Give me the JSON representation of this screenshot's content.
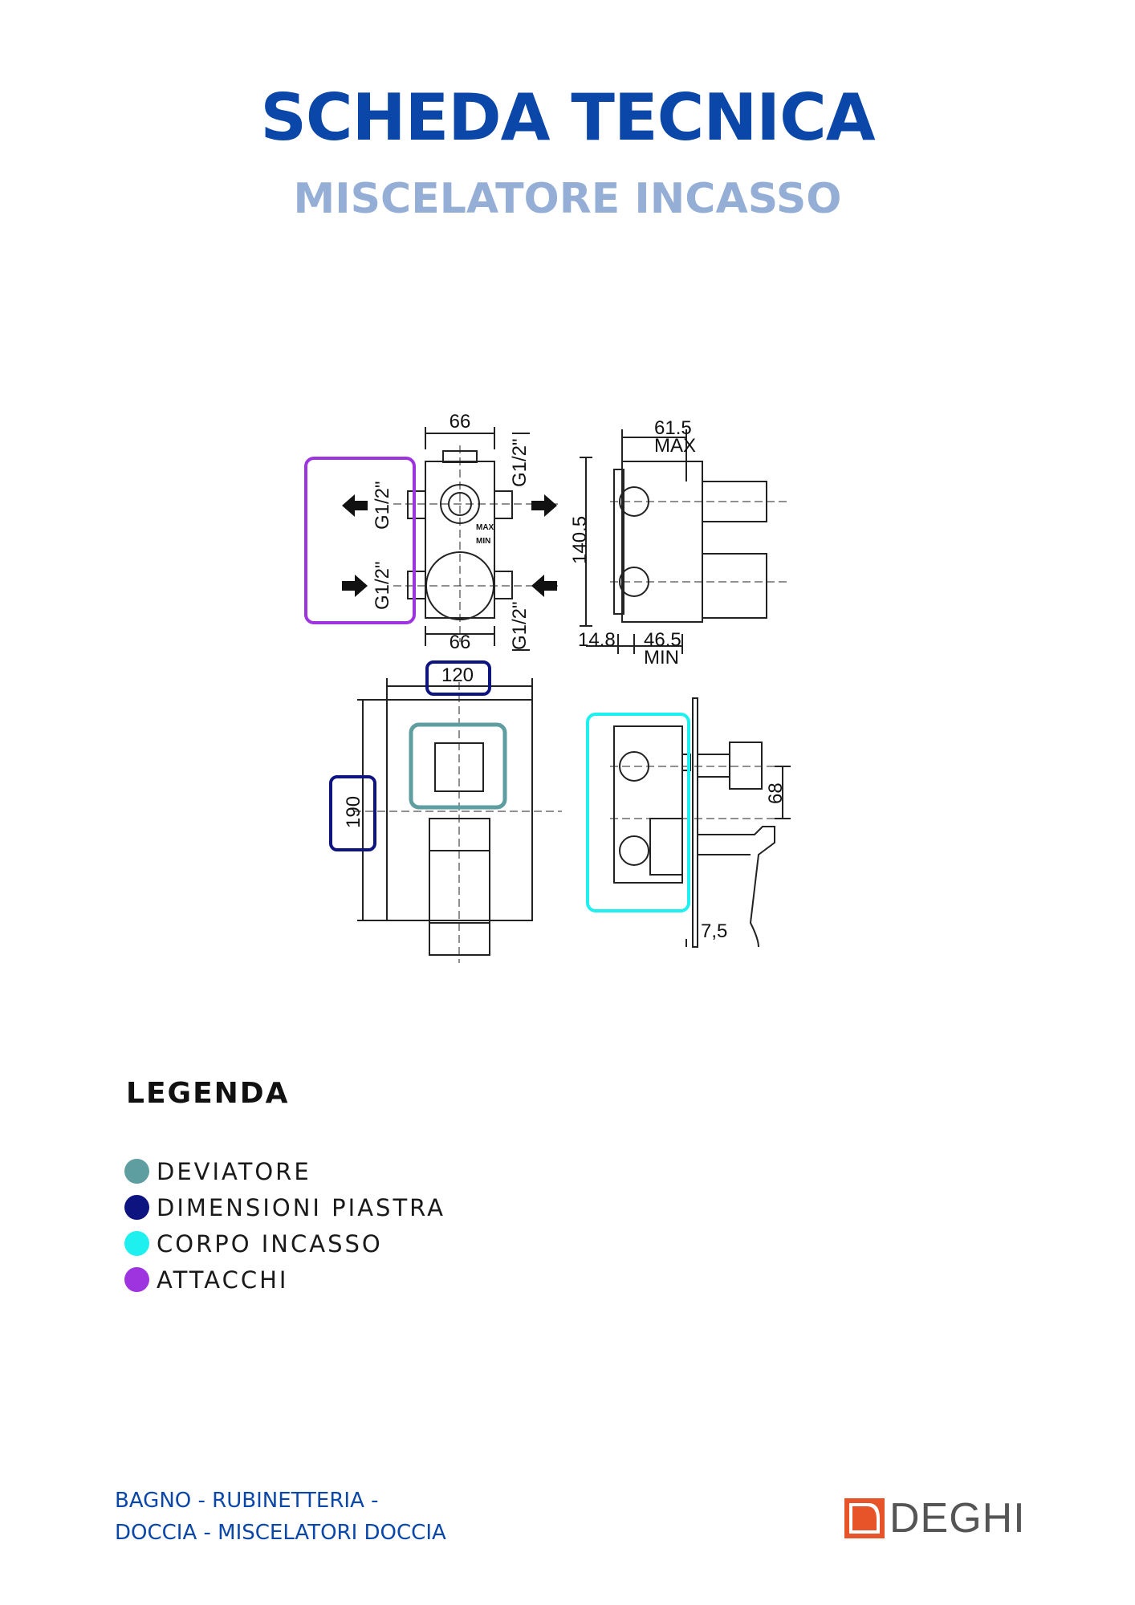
{
  "header": {
    "title": "SCHEDA TECNICA",
    "subtitle": "MISCELATORE INCASSO"
  },
  "drawing": {
    "dims": {
      "top_width": "66",
      "bottom_width": "66",
      "thread_left_top": "G1/2\"",
      "thread_left_bottom": "G1/2\"",
      "thread_right_top": "G1/2\"",
      "thread_right_bottom": "G1/2\"",
      "label_max_small": "MAX",
      "label_min_small": "MIN",
      "depth_max": "61.5",
      "depth_max_label": "MAX",
      "height": "140.5",
      "offset": "14.8",
      "depth_min": "46.5",
      "depth_min_label": "MIN",
      "plate_width": "120",
      "plate_height": "190",
      "spout_height": "68",
      "plate_thickness": "7,5"
    }
  },
  "legend": {
    "title": "LEGENDA",
    "items": [
      {
        "label": "DEVIATORE",
        "color": "#5f9ea0"
      },
      {
        "label": "DIMENSIONI PIASTRA",
        "color": "#0d1480"
      },
      {
        "label": "CORPO INCASSO",
        "color": "#1ef0f0"
      },
      {
        "label": "ATTACCHI",
        "color": "#9d34e0"
      }
    ]
  },
  "footer": {
    "line1": "BAGNO - RUBINETTERIA -",
    "line2": "DOCCIA - MISCELATORI DOCCIA"
  },
  "brand": {
    "name": "DEGHI",
    "color": "#e8542a"
  }
}
